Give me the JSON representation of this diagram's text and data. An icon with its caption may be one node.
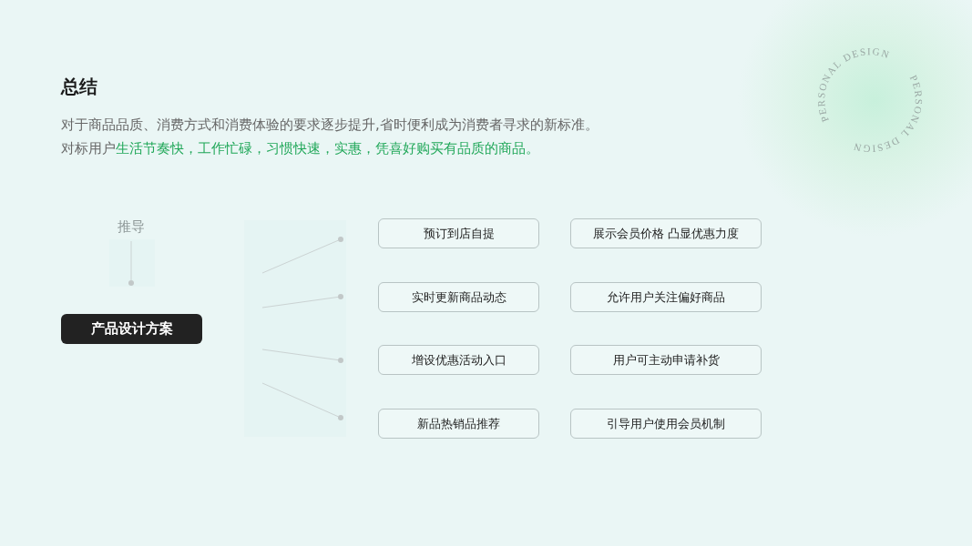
{
  "diagram": {
    "title": "总结",
    "nodes": [
      {
        "text": [
          "推导"
        ]
      },
      {
        "text": [],
        "shape": "circle"
      },
      {
        "text": [
          "产品设计方案"
        ]
      },
      {
        "text": [],
        "shape": "circle"
      },
      {
        "text": [],
        "shape": "circle"
      },
      {
        "text": [],
        "shape": "circle"
      },
      {
        "text": [],
        "shape": "circle"
      },
      {
        "text": [
          "预订到店自提"
        ]
      },
      {
        "text": [
          "展示会员价格 凸显优惠力度"
        ]
      },
      {
        "text": [
          "实时更新商品动态"
        ]
      },
      {
        "text": [
          "允许用户关注偏好商品"
        ]
      },
      {
        "text": [
          "增设优惠活动入口"
        ]
      },
      {
        "text": [
          "用户可主动申请补货"
        ]
      },
      {
        "text": [
          "新品热销品推荐"
        ]
      },
      {
        "text": [
          "引导用户使用会员机制"
        ]
      }
    ],
    "edges": [
      {
        "from": 0,
        "to": 1,
        "arrow": "none"
      },
      {
        "from": null,
        "to": 3,
        "arrow": "none"
      },
      {
        "from": null,
        "to": 4,
        "arrow": "none"
      },
      {
        "from": null,
        "to": 5,
        "arrow": "none"
      },
      {
        "from": null,
        "to": 6,
        "arrow": "none"
      }
    ],
    "labels": [
      "对于商品品质、消费方式和消费体验的要求逐步提升,省时便利成为消费者寻求的新标准。",
      "对标用户**生活节奏快，工作忙碌，习惯快速，实惠，凭喜好购买有品质的商品。**",
      "PERSONAL DESIGN",
      "PERSONAL DESIGN"
    ]
  }
}
